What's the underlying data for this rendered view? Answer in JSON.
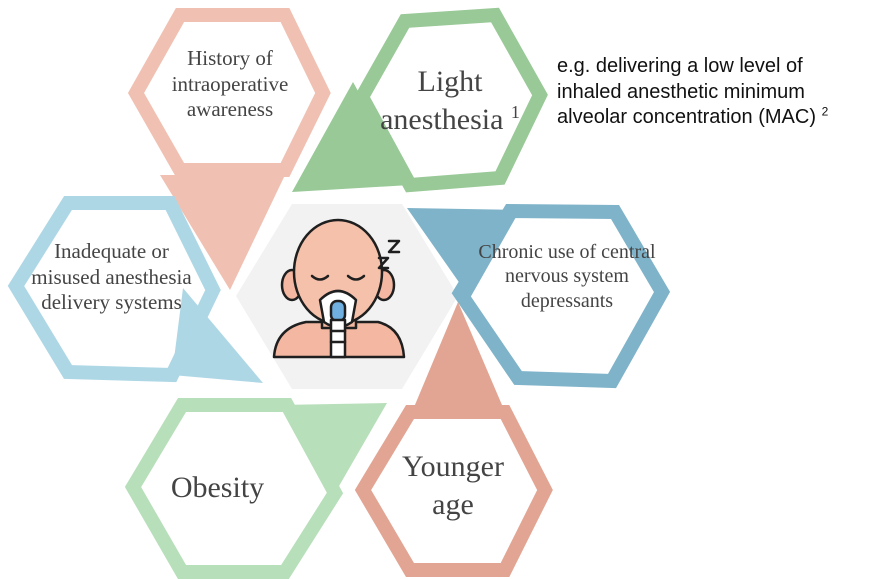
{
  "colors": {
    "salmon": "#f0c1b2",
    "green": "#98c996",
    "blue_light": "#aed7e6",
    "blue_steel": "#7fb3c9",
    "rose": "#e2a593",
    "mint": "#b7dfba",
    "center_bg": "#f2f2f2"
  },
  "center": {
    "icon": "sleeping-patient-with-oxygen-mask-icon"
  },
  "factors": {
    "awareness": {
      "line1": "History of",
      "line2": "intraoperative",
      "line3": "awareness"
    },
    "light": {
      "line1": "Light",
      "line2": "anesthesia",
      "sup": "1"
    },
    "inadequate": {
      "line1": "Inadequate or",
      "line2": "misused anesthesia",
      "line3": "delivery systems"
    },
    "chronic": {
      "line1": "Chronic use of central",
      "line2": "nervous system",
      "line3": "depressants"
    },
    "obesity": {
      "line1": "Obesity"
    },
    "younger": {
      "line1": "Younger",
      "line2": "age"
    }
  },
  "note": {
    "line1": "e.g. delivering a low level of",
    "line2": "inhaled anesthetic minimum",
    "line3": "alveolar concentration (MAC)",
    "sup": "2"
  }
}
